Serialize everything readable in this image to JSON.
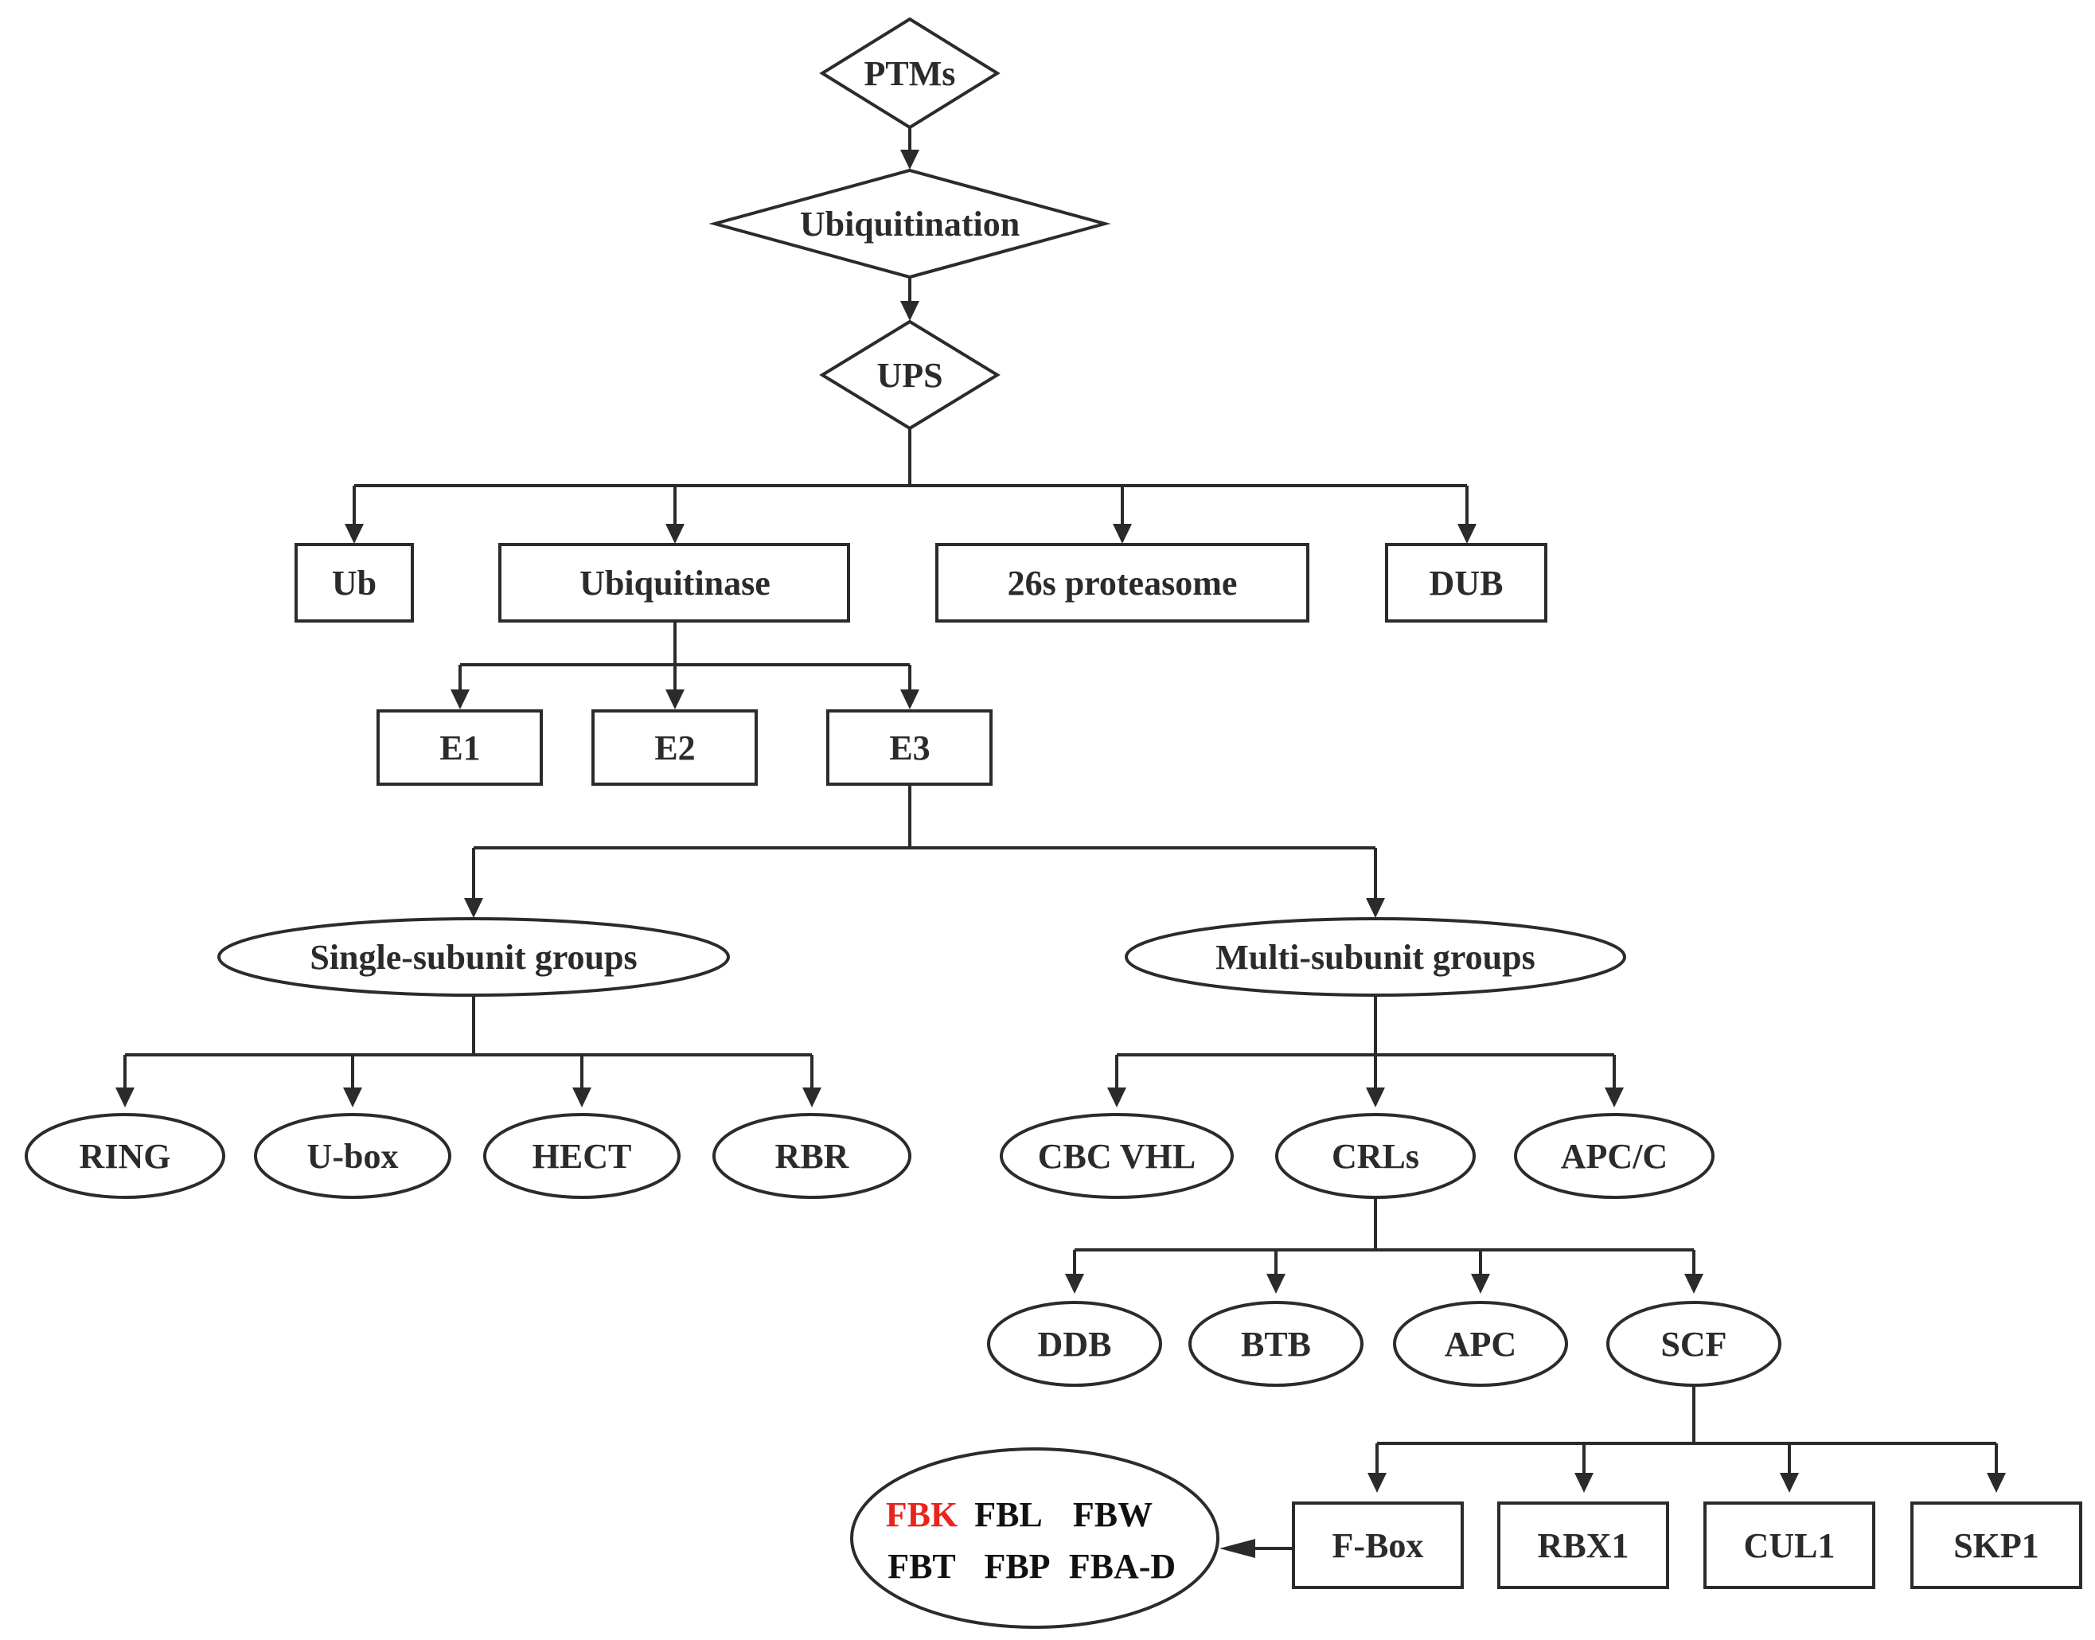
{
  "colors": {
    "stroke": "#2b2b2b",
    "text": "#2b2b2b",
    "highlight": "#e8251d",
    "background": "#ffffff"
  },
  "nodes": {
    "ptms": "PTMs",
    "ubiquitination": "Ubiquitination",
    "ups": "UPS",
    "ub": "Ub",
    "ubiquitinase": "Ubiquitinase",
    "proteasome": "26s proteasome",
    "dub": "DUB",
    "e1": "E1",
    "e2": "E2",
    "e3": "E3",
    "single": "Single-subunit groups",
    "multi": "Multi-subunit groups",
    "ring": "RING",
    "ubox": "U-box",
    "hect": "HECT",
    "rbr": "RBR",
    "cbcvhl": "CBC VHL",
    "crls": "CRLs",
    "apcc": "APC/C",
    "ddb": "DDB",
    "btb": "BTB",
    "apc": "APC",
    "scf": "SCF",
    "fbox": "F-Box",
    "rbx1": "RBX1",
    "cul1": "CUL1",
    "skp1": "SKP1"
  },
  "fbox_families": {
    "row1": [
      "FBK",
      "FBL",
      "FBW"
    ],
    "row2": [
      "FBT",
      "FBP",
      "FBA-D"
    ],
    "highlighted": "FBK"
  }
}
